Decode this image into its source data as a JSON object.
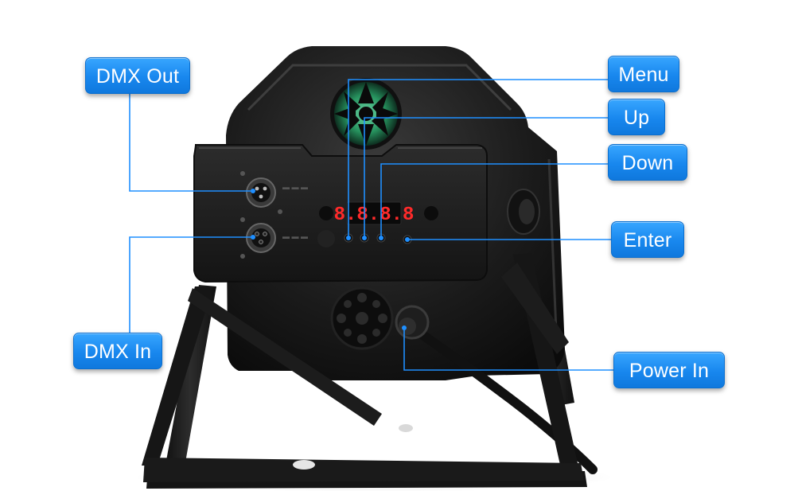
{
  "labels": {
    "dmx_out": "DMX Out",
    "dmx_in": "DMX In",
    "menu": "Menu",
    "up": "Up",
    "down": "Down",
    "enter": "Enter",
    "power_in": "Power In"
  },
  "display": {
    "digits": "8.8.8.8"
  },
  "colors": {
    "callout": "#1887ee",
    "leader_line": "#1f8fff",
    "fixture_body": "#161616",
    "stand": "#1a1a1a",
    "display_digits": "#ff2a2a",
    "fan_glow": "#3ad08a"
  }
}
